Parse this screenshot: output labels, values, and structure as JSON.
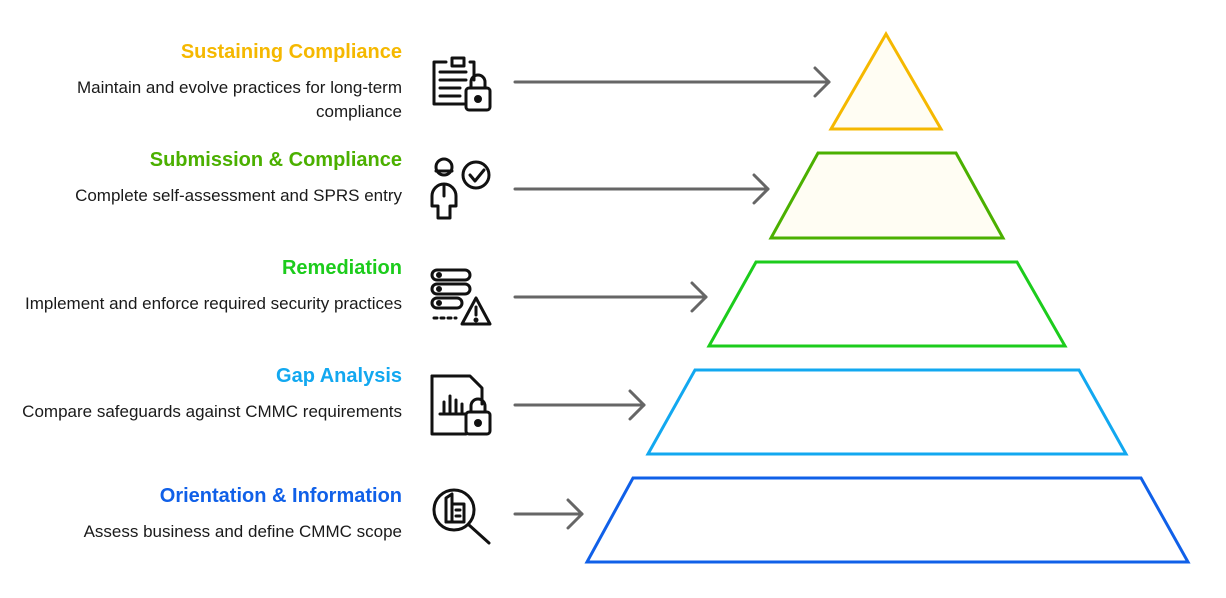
{
  "levels": [
    {
      "title": "Sustaining Compliance",
      "description": "Maintain and evolve practices for long-term compliance",
      "color": "#f5b800",
      "fill": "#fffdf3",
      "icon": "clipboard-lock-icon"
    },
    {
      "title": "Submission & Compliance",
      "description": "Complete self-assessment and SPRS entry",
      "color": "#4bb000",
      "fill": "#fffdf3",
      "icon": "person-check-icon"
    },
    {
      "title": "Remediation",
      "description": "Implement and enforce required security practices",
      "color": "#1ccc1c",
      "fill": "#ffffff",
      "icon": "server-warning-icon"
    },
    {
      "title": "Gap Analysis",
      "description": "Compare safeguards against CMMC requirements",
      "color": "#12a8f0",
      "fill": "#ffffff",
      "icon": "chart-document-lock-icon"
    },
    {
      "title": "Orientation & Information",
      "description": "Assess business and define CMMC scope",
      "color": "#1060e8",
      "fill": "#ffffff",
      "icon": "building-search-icon"
    }
  ],
  "arrow_color": "#666666"
}
